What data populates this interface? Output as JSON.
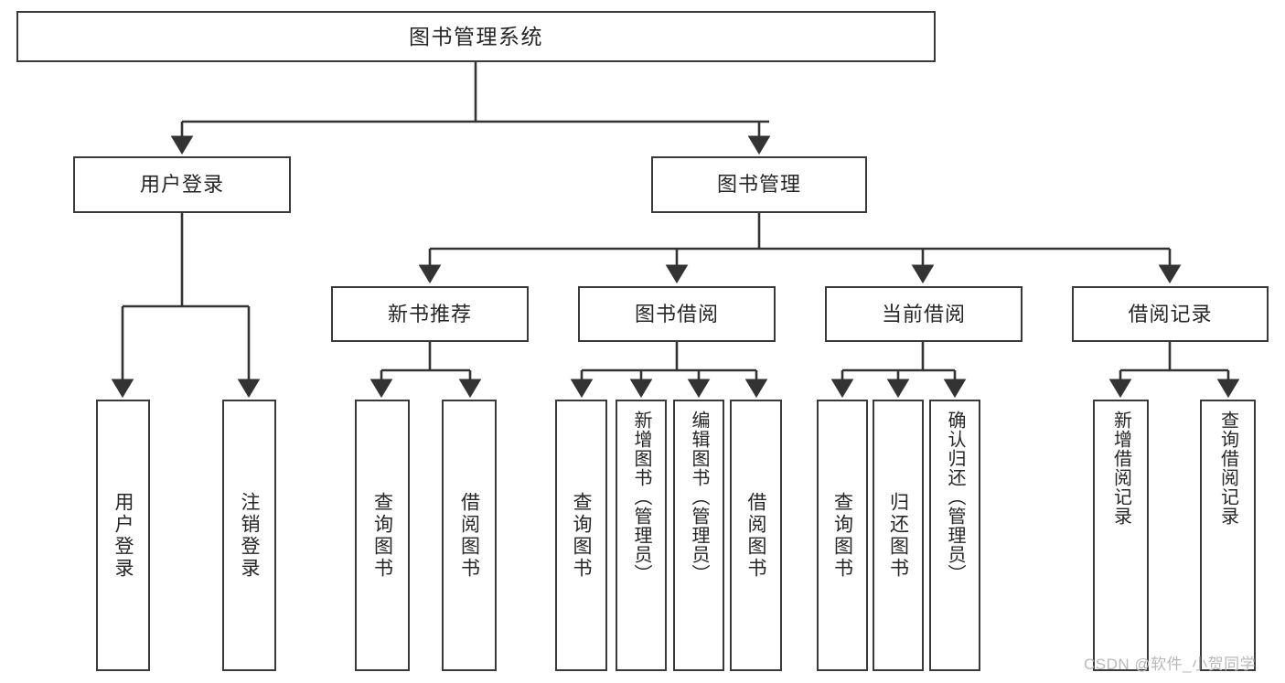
{
  "diagram": {
    "type": "tree-hierarchy",
    "title": "图书管理系统",
    "orientation": "top-down",
    "edge_color": "#3a3a3a",
    "node_border_color": "#3a3a3a",
    "node_fill_color": "#ffffff",
    "text_color": "#262626"
  },
  "nodes": {
    "root": {
      "label": "图书管理系统",
      "level": 1
    },
    "level2": [
      {
        "id": "user-login",
        "label": "用户登录",
        "level": 2
      },
      {
        "id": "book-management",
        "label": "图书管理",
        "level": 2
      }
    ],
    "level3": [
      {
        "id": "new-book-recommend",
        "label": "新书推荐",
        "parent": "book-management",
        "level": 3
      },
      {
        "id": "book-borrow",
        "label": "图书借阅",
        "parent": "book-management",
        "level": 3
      },
      {
        "id": "current-borrow",
        "label": "当前借阅",
        "parent": "book-management",
        "level": 3
      },
      {
        "id": "borrow-record",
        "label": "借阅记录",
        "parent": "book-management",
        "level": 3
      }
    ],
    "leaves": [
      {
        "id": "leaf-user-login",
        "label": "用户登录",
        "parent": "user-login"
      },
      {
        "id": "leaf-user-logout",
        "label": "注销登录",
        "parent": "user-login"
      },
      {
        "id": "leaf-query-book-1",
        "label": "查询图书",
        "parent": "new-book-recommend"
      },
      {
        "id": "leaf-borrow-book-1",
        "label": "借阅图书",
        "parent": "new-book-recommend"
      },
      {
        "id": "leaf-query-book-2",
        "label": "查询图书",
        "parent": "book-borrow"
      },
      {
        "id": "leaf-add-book",
        "label": "新增图书（管理员）",
        "parent": "book-borrow"
      },
      {
        "id": "leaf-edit-book",
        "label": "编辑图书（管理员）",
        "parent": "book-borrow"
      },
      {
        "id": "leaf-borrow-book-2",
        "label": "借阅图书",
        "parent": "book-borrow"
      },
      {
        "id": "leaf-query-book-3",
        "label": "查询图书",
        "parent": "current-borrow"
      },
      {
        "id": "leaf-return-book",
        "label": "归还图书",
        "parent": "current-borrow"
      },
      {
        "id": "leaf-confirm-return",
        "label": "确认归还（管理员）",
        "parent": "current-borrow"
      },
      {
        "id": "leaf-add-record",
        "label": "新增借阅记录",
        "parent": "borrow-record"
      },
      {
        "id": "leaf-query-record",
        "label": "查询借阅记录",
        "parent": "borrow-record"
      }
    ]
  },
  "watermark": {
    "text": "CSDN @软件_小贺同学"
  }
}
